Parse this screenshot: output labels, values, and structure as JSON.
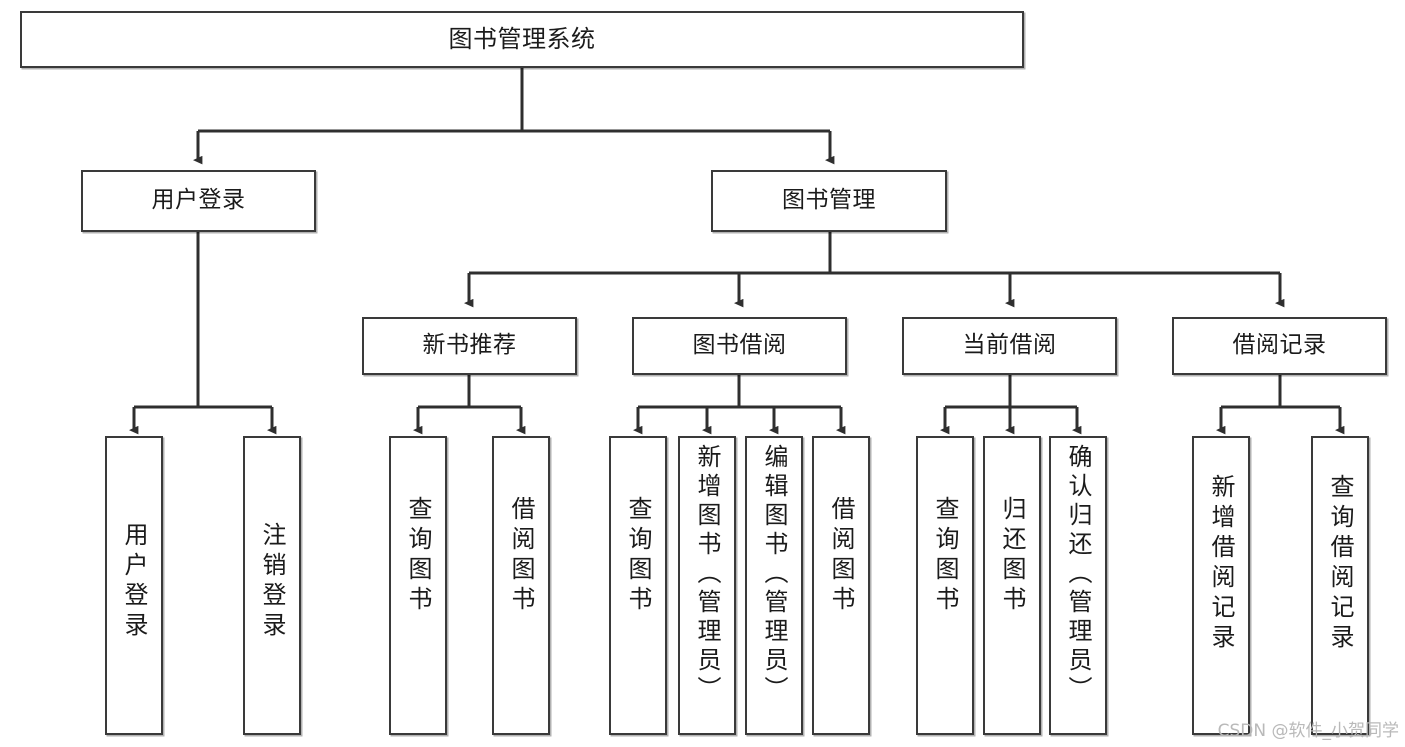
{
  "diagram": {
    "title": "图书管理系统",
    "watermark": "CSDN @软件_小贺同学",
    "line_color": "#3a3a3a",
    "box_fill": "#ffffff",
    "text_color": "#1b1b1b",
    "root": {
      "label": "图书管理系统"
    },
    "level2": [
      {
        "label": "用户登录"
      },
      {
        "label": "图书管理"
      }
    ],
    "level3": [
      {
        "label": "新书推荐"
      },
      {
        "label": "图书借阅"
      },
      {
        "label": "当前借阅"
      },
      {
        "label": "借阅记录"
      }
    ],
    "leaves": {
      "user_login": [
        {
          "label": "用户登录"
        },
        {
          "label": "注销登录"
        }
      ],
      "new_book_recommend": [
        {
          "label": "查询图书"
        },
        {
          "label": "借阅图书"
        }
      ],
      "book_borrow": [
        {
          "label": "查询图书"
        },
        {
          "label": "新增图书（管理员）"
        },
        {
          "label": "编辑图书（管理员）"
        },
        {
          "label": "借阅图书"
        }
      ],
      "current_borrow": [
        {
          "label": "查询图书"
        },
        {
          "label": "归还图书"
        },
        {
          "label": "确认归还（管理员）"
        }
      ],
      "borrow_record": [
        {
          "label": "新增借阅记录"
        },
        {
          "label": "查询借阅记录"
        }
      ]
    }
  }
}
